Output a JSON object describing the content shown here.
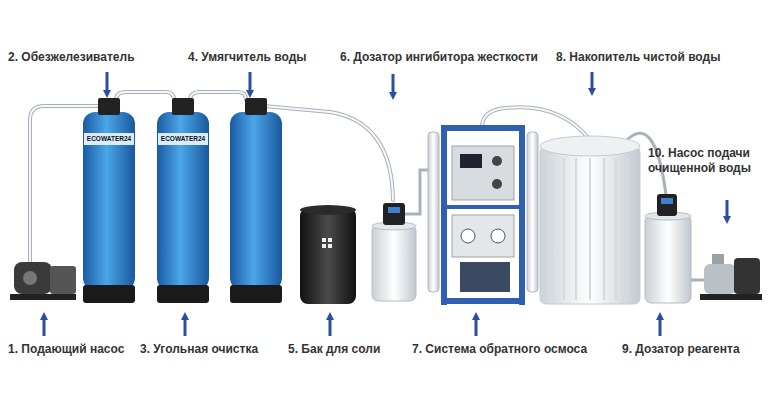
{
  "diagram": {
    "labels": [
      "2. Обезжелезиватель",
      "4. Умягчитель воды",
      "6. Дозатор ингибитора жесткости",
      "8. Накопитель чистой воды",
      "10. Насос подачи очищенной воды",
      "1. Подающий насос",
      "3. Угольная очистка",
      "5. Бак для соли",
      "7. Система обратного осмоса",
      "9. Дозатор реагента",
      "ECOWATER24",
      "ECOWATER24"
    ]
  }
}
